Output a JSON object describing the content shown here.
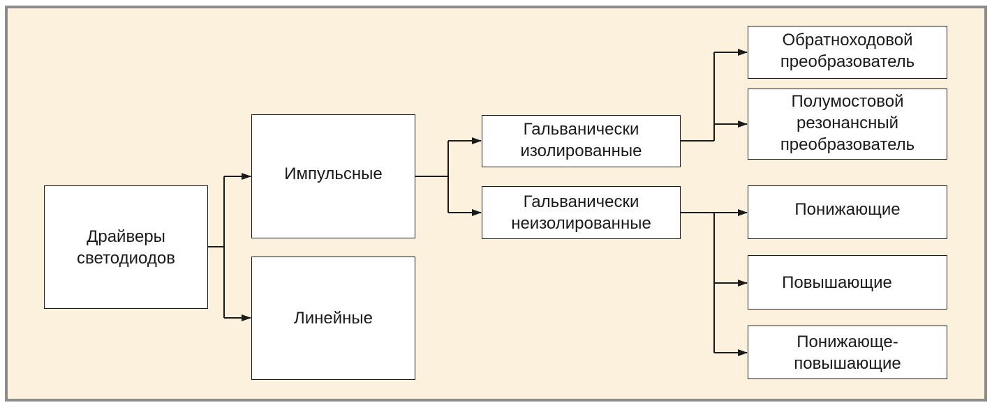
{
  "diagram": {
    "nodes": {
      "drivers": "Драйверы\nсветодиодов",
      "pulse": "Импульсные",
      "linear": "Линейные",
      "isolated": "Гальванически\nизолированные",
      "nonisolated": "Гальванически\nнеизолированные",
      "flyback": "Обратноходовой\nпреобразователь",
      "halfbridge": "Полумостовой\nрезонансный\nпреобразователь",
      "buck": "Понижающие",
      "boost": "Повышающие",
      "buckboost": "Понижающе-\nповышающие"
    },
    "colors": {
      "background": "#fcf1dc",
      "border": "#8c8c8c",
      "box_fill": "#ffffff",
      "line": "#1a1a1a"
    }
  }
}
